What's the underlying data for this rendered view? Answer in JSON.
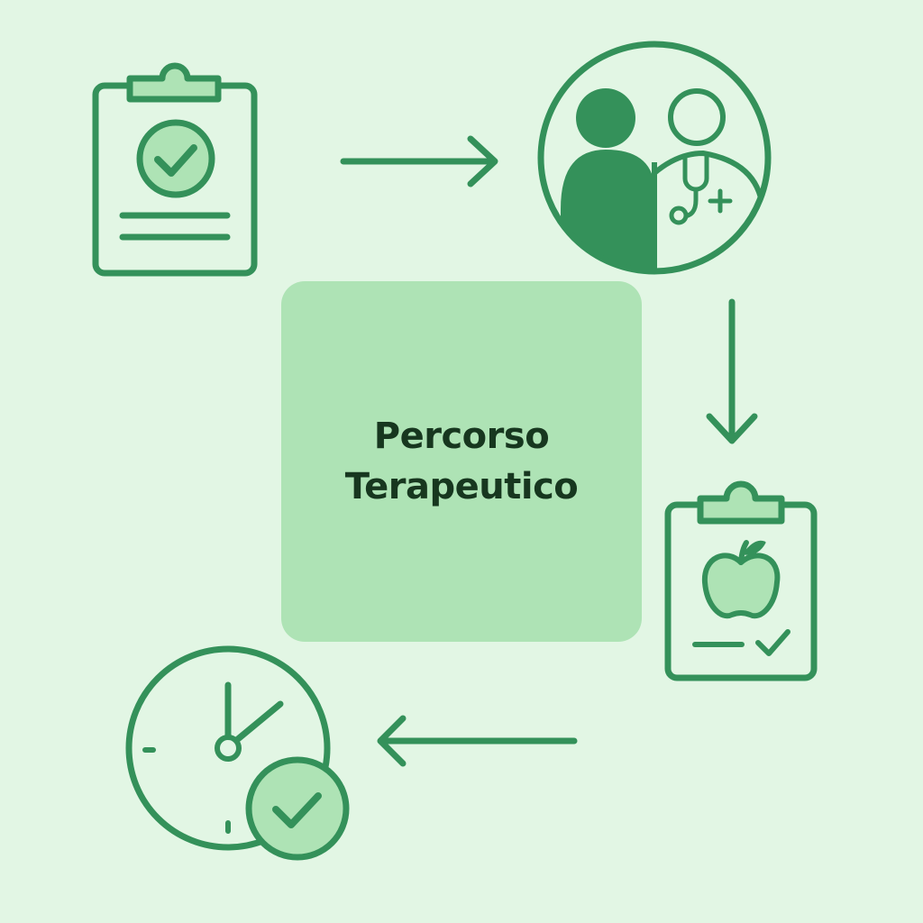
{
  "colors": {
    "background": "#e2f6e4",
    "stroke": "#34915a",
    "fill_dark": "#34915a",
    "fill_light": "#aee3b5",
    "center_box": "#aee3b5",
    "title_text": "#17371f"
  },
  "center": {
    "title_line1": "Percorso",
    "title_line2": "Terapeutico"
  },
  "icons": {
    "step1": "clipboard-check-icon",
    "step2": "patient-doctor-icon",
    "step3": "clipboard-apple-icon",
    "step4": "clock-check-icon"
  },
  "arrows": {
    "a1": "right",
    "a2": "down",
    "a3": "left"
  }
}
